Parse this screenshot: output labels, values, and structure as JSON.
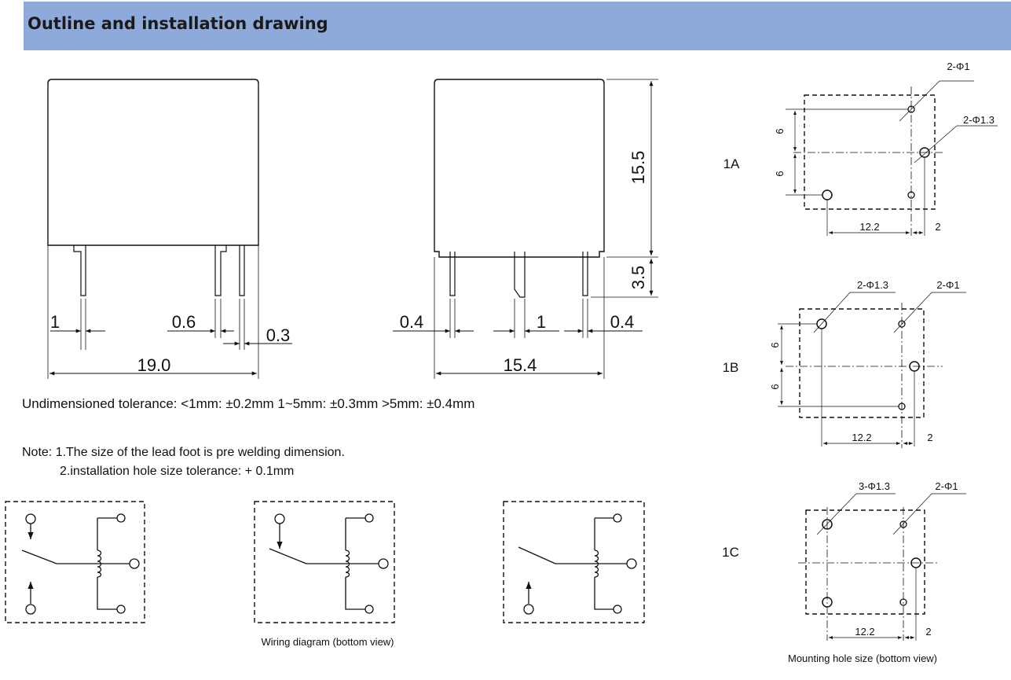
{
  "header": {
    "title": "Outline and installation drawing"
  },
  "dims": {
    "front_width": "19.0",
    "pin_left": "1",
    "pin_width": "0.6",
    "pin_edge": "0.3",
    "side_width": "15.4",
    "side_left": "0.4",
    "side_mid": "1",
    "side_right": "0.4",
    "height": "15.5",
    "pin_length": "3.5"
  },
  "tolerance": "Undimensioned tolerance: <1mm: ±0.2mm  1~5mm: ±0.3mm  >5mm: ±0.4mm",
  "notes": {
    "line1": "Note: 1.The size of the lead foot is pre welding dimension.",
    "line2": "2.installation hole size tolerance: + 0.1mm"
  },
  "mounting": {
    "dim_6": "6",
    "dim_12_2": "12.2",
    "dim_2": "2",
    "a": {
      "label": "1A",
      "holes_small": "2-Φ1",
      "holes_large": "2-Φ1.3"
    },
    "b": {
      "label": "1B",
      "holes_large": "2-Φ1.3",
      "holes_small": "2-Φ1"
    },
    "c": {
      "label": "1C",
      "holes_large": "3-Φ1.3",
      "holes_small": "2-Φ1"
    },
    "caption": "Mounting hole size (bottom view)"
  },
  "wiring": {
    "caption": "Wiring diagram (bottom view)"
  }
}
